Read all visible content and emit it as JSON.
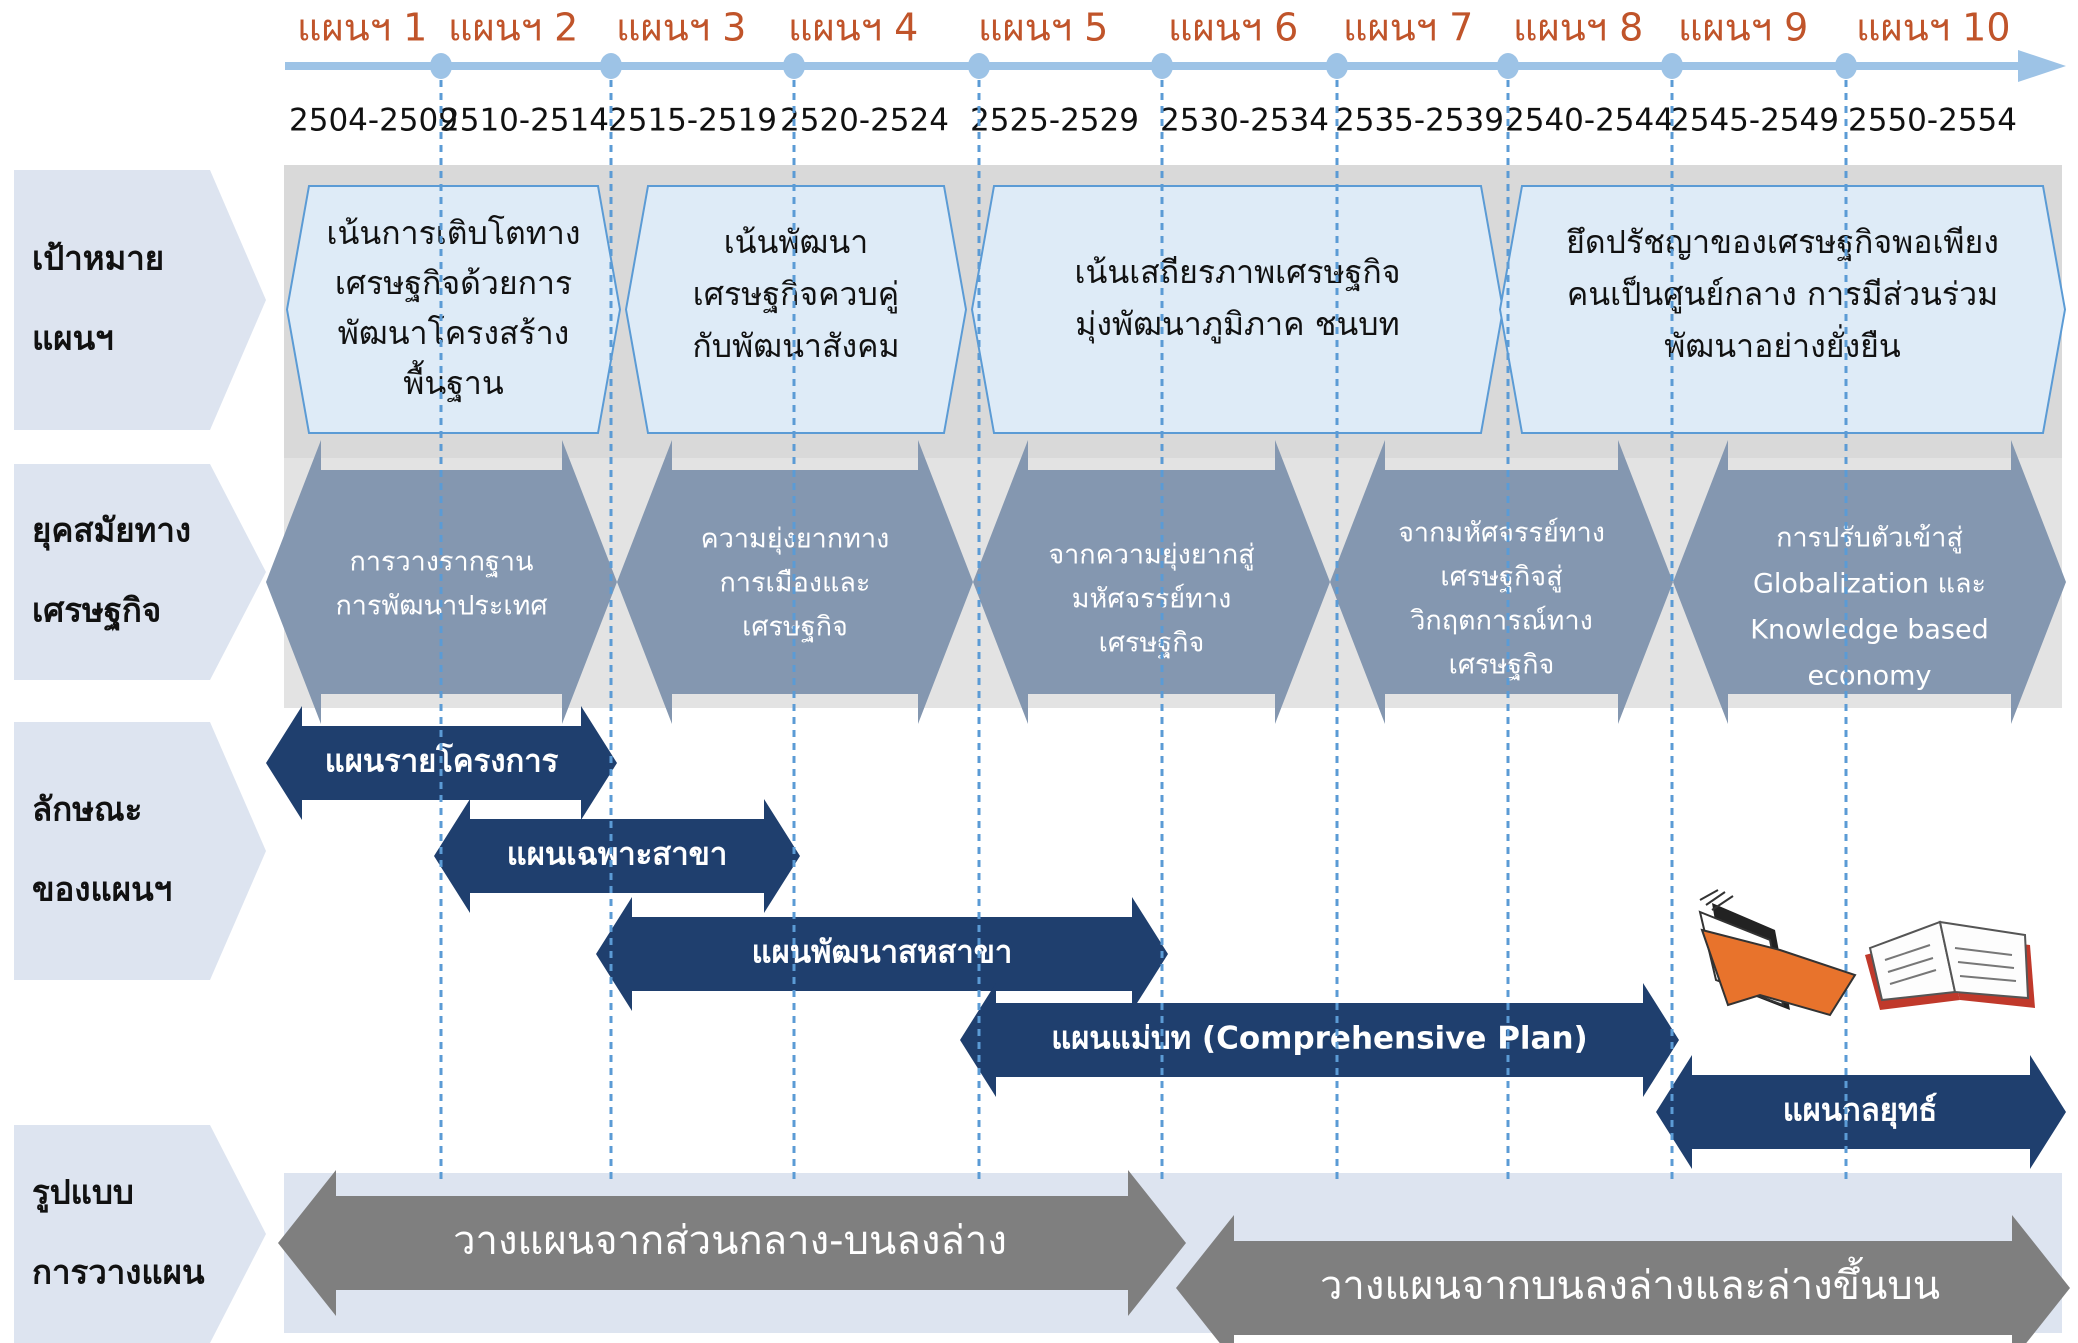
{
  "plans": [
    {
      "label": "แผนฯ 1",
      "years": "2504-2509"
    },
    {
      "label": "แผนฯ 2",
      "years": "2510-2514"
    },
    {
      "label": "แผนฯ 3",
      "years": "2515-2519"
    },
    {
      "label": "แผนฯ 4",
      "years": "2520-2524"
    },
    {
      "label": "แผนฯ 5",
      "years": "2525-2529"
    },
    {
      "label": "แผนฯ 6",
      "years": "2530-2534"
    },
    {
      "label": "แผนฯ 7",
      "years": "2535-2539"
    },
    {
      "label": "แผนฯ 8",
      "years": "2540-2544"
    },
    {
      "label": "แผนฯ 9",
      "years": "2545-2549"
    },
    {
      "label": "แผนฯ 10",
      "years": "2550-2554"
    }
  ],
  "rows": [
    {
      "lines": [
        "เป้าหมาย",
        "แผนฯ"
      ]
    },
    {
      "lines": [
        "ยุคสมัยทาง",
        "เศรษฐกิจ"
      ]
    },
    {
      "lines": [
        "ลักษณะ",
        "ของแผนฯ"
      ]
    },
    {
      "lines": [
        "รูปแบบ",
        "การวางแผน"
      ]
    }
  ],
  "goals": [
    {
      "lines": [
        "เน้นการเติบโตทาง",
        "เศรษฐกิจด้วยการ",
        "พัฒนาโครงสร้าง",
        "พื้นฐาน"
      ]
    },
    {
      "lines": [
        "เน้นพัฒนา",
        "เศรษฐกิจควบคู่",
        "กับพัฒนาสังคม"
      ]
    },
    {
      "lines": [
        "เน้นเสถียรภาพเศรษฐกิจ",
        "มุ่งพัฒนาภูมิภาค ชนบท"
      ]
    },
    {
      "lines": [
        "ยึดปรัชญาของเศรษฐกิจพอเพียง",
        "คนเป็นศูนย์กลาง การมีส่วนร่วม",
        "พัฒนาอย่างยั่งยืน"
      ]
    }
  ],
  "eras": [
    {
      "lines": [
        "การวางรากฐาน",
        "การพัฒนาประเทศ"
      ]
    },
    {
      "lines": [
        "ความยุ่งยากทาง",
        "การเมืองและ",
        "เศรษฐกิจ"
      ]
    },
    {
      "lines": [
        "จากความยุ่งยากสู่",
        "มหัศจรรย์ทาง",
        "เศรษฐกิจ"
      ]
    },
    {
      "lines": [
        "จากมหัศจรรย์ทาง",
        "เศรษฐกิจสู่",
        "วิกฤตการณ์ทาง",
        "เศรษฐกิจ"
      ]
    },
    {
      "lines": [
        "การปรับตัวเข้าสู่",
        "Globalization และ",
        "Knowledge based",
        "economy"
      ]
    }
  ],
  "characteristics": [
    {
      "label": "แผนรายโครงการ"
    },
    {
      "label": "แผนเฉพาะสาขา"
    },
    {
      "label": "แผนพัฒนาสหสาขา"
    },
    {
      "label": "แผนแม่บท (Comprehensive Plan)"
    },
    {
      "label": "แผนกลยุทธ์"
    }
  ],
  "planning_forms": [
    {
      "label": "วางแผนจากส่วนกลาง-บนลงล่าง"
    },
    {
      "label": "วางแผนจากบนลงล่างและล่างขึ้นบน"
    }
  ],
  "colors": {
    "plan_label": "#c0542a",
    "axis": "#9dc3e6",
    "row_tab": "#dde4f0",
    "goal_bg": "#d9d9d9",
    "goal_fill": "#deebf7",
    "goal_stroke": "#5b9bd5",
    "era_fill": "#8497b0",
    "char_fill": "#1f3f6e",
    "form_fill": "#7f7f7f",
    "form_bg": "#dde4f0"
  },
  "icons": [
    "orange-book-icon",
    "open-book-icon"
  ]
}
